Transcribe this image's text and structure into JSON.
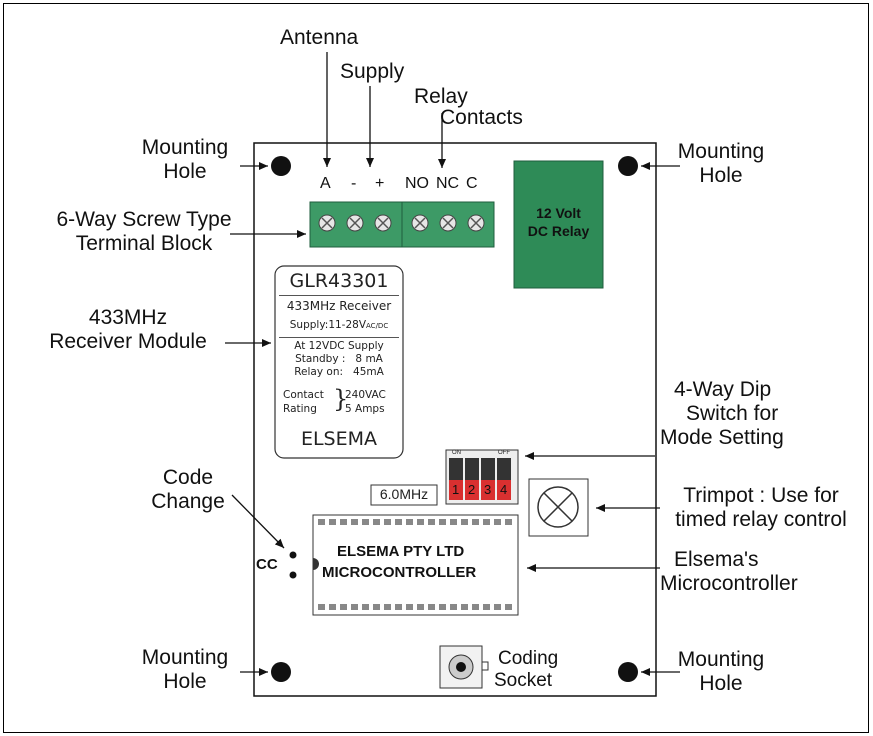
{
  "callouts": {
    "antenna": "Antenna",
    "supply": "Supply",
    "relay_contacts_1": "Relay",
    "relay_contacts_2": "Contacts",
    "mounting_hole_1": "Mounting",
    "mounting_hole_2": "Hole",
    "terminal_block_1": "6-Way Screw Type",
    "terminal_block_2": "Terminal Block",
    "receiver_module_1": "433MHz",
    "receiver_module_2": "Receiver Module",
    "code_change_1": "Code",
    "code_change_2": "Change",
    "dip_switch_1": "4-Way Dip",
    "dip_switch_2": "Switch for",
    "dip_switch_3": "Mode Setting",
    "trimpot_1": "Trimpot : Use for",
    "trimpot_2": "timed relay control",
    "micro_1": "Elsema's",
    "micro_2": "Microcontroller",
    "coding_socket_1": "Coding",
    "coding_socket_2": "Socket"
  },
  "terminals": {
    "a": "A",
    "minus": "-",
    "plus": "+",
    "no": "NO",
    "nc": "NC",
    "c": "C"
  },
  "relay": {
    "line1": "12 Volt",
    "line2": "DC Relay"
  },
  "module": {
    "model": "GLR43301",
    "desc": "433MHz Receiver",
    "supply": "Supply:11-28V",
    "supply_sub": "AC/DC",
    "at_supply": "At 12VDC Supply",
    "standby": "Standby :   8 mA",
    "relay_on": "Relay on:   45mA",
    "contact": "Contact",
    "rating": "Rating",
    "contact_v": "240VAC",
    "contact_a": "5 Amps",
    "brand": "ELSEMA"
  },
  "crystal": "6.0MHz",
  "dip": {
    "on": "ON",
    "off": "OFF",
    "numbers": [
      "1",
      "2",
      "3",
      "4"
    ]
  },
  "chip": {
    "line1": "ELSEMA PTY LTD",
    "line2": "MICROCONTROLLER"
  },
  "cc": "CC",
  "colors": {
    "pcb_green": "#2e8b57",
    "terminal_green": "#3d9a66",
    "dip_red": "#d93030"
  }
}
